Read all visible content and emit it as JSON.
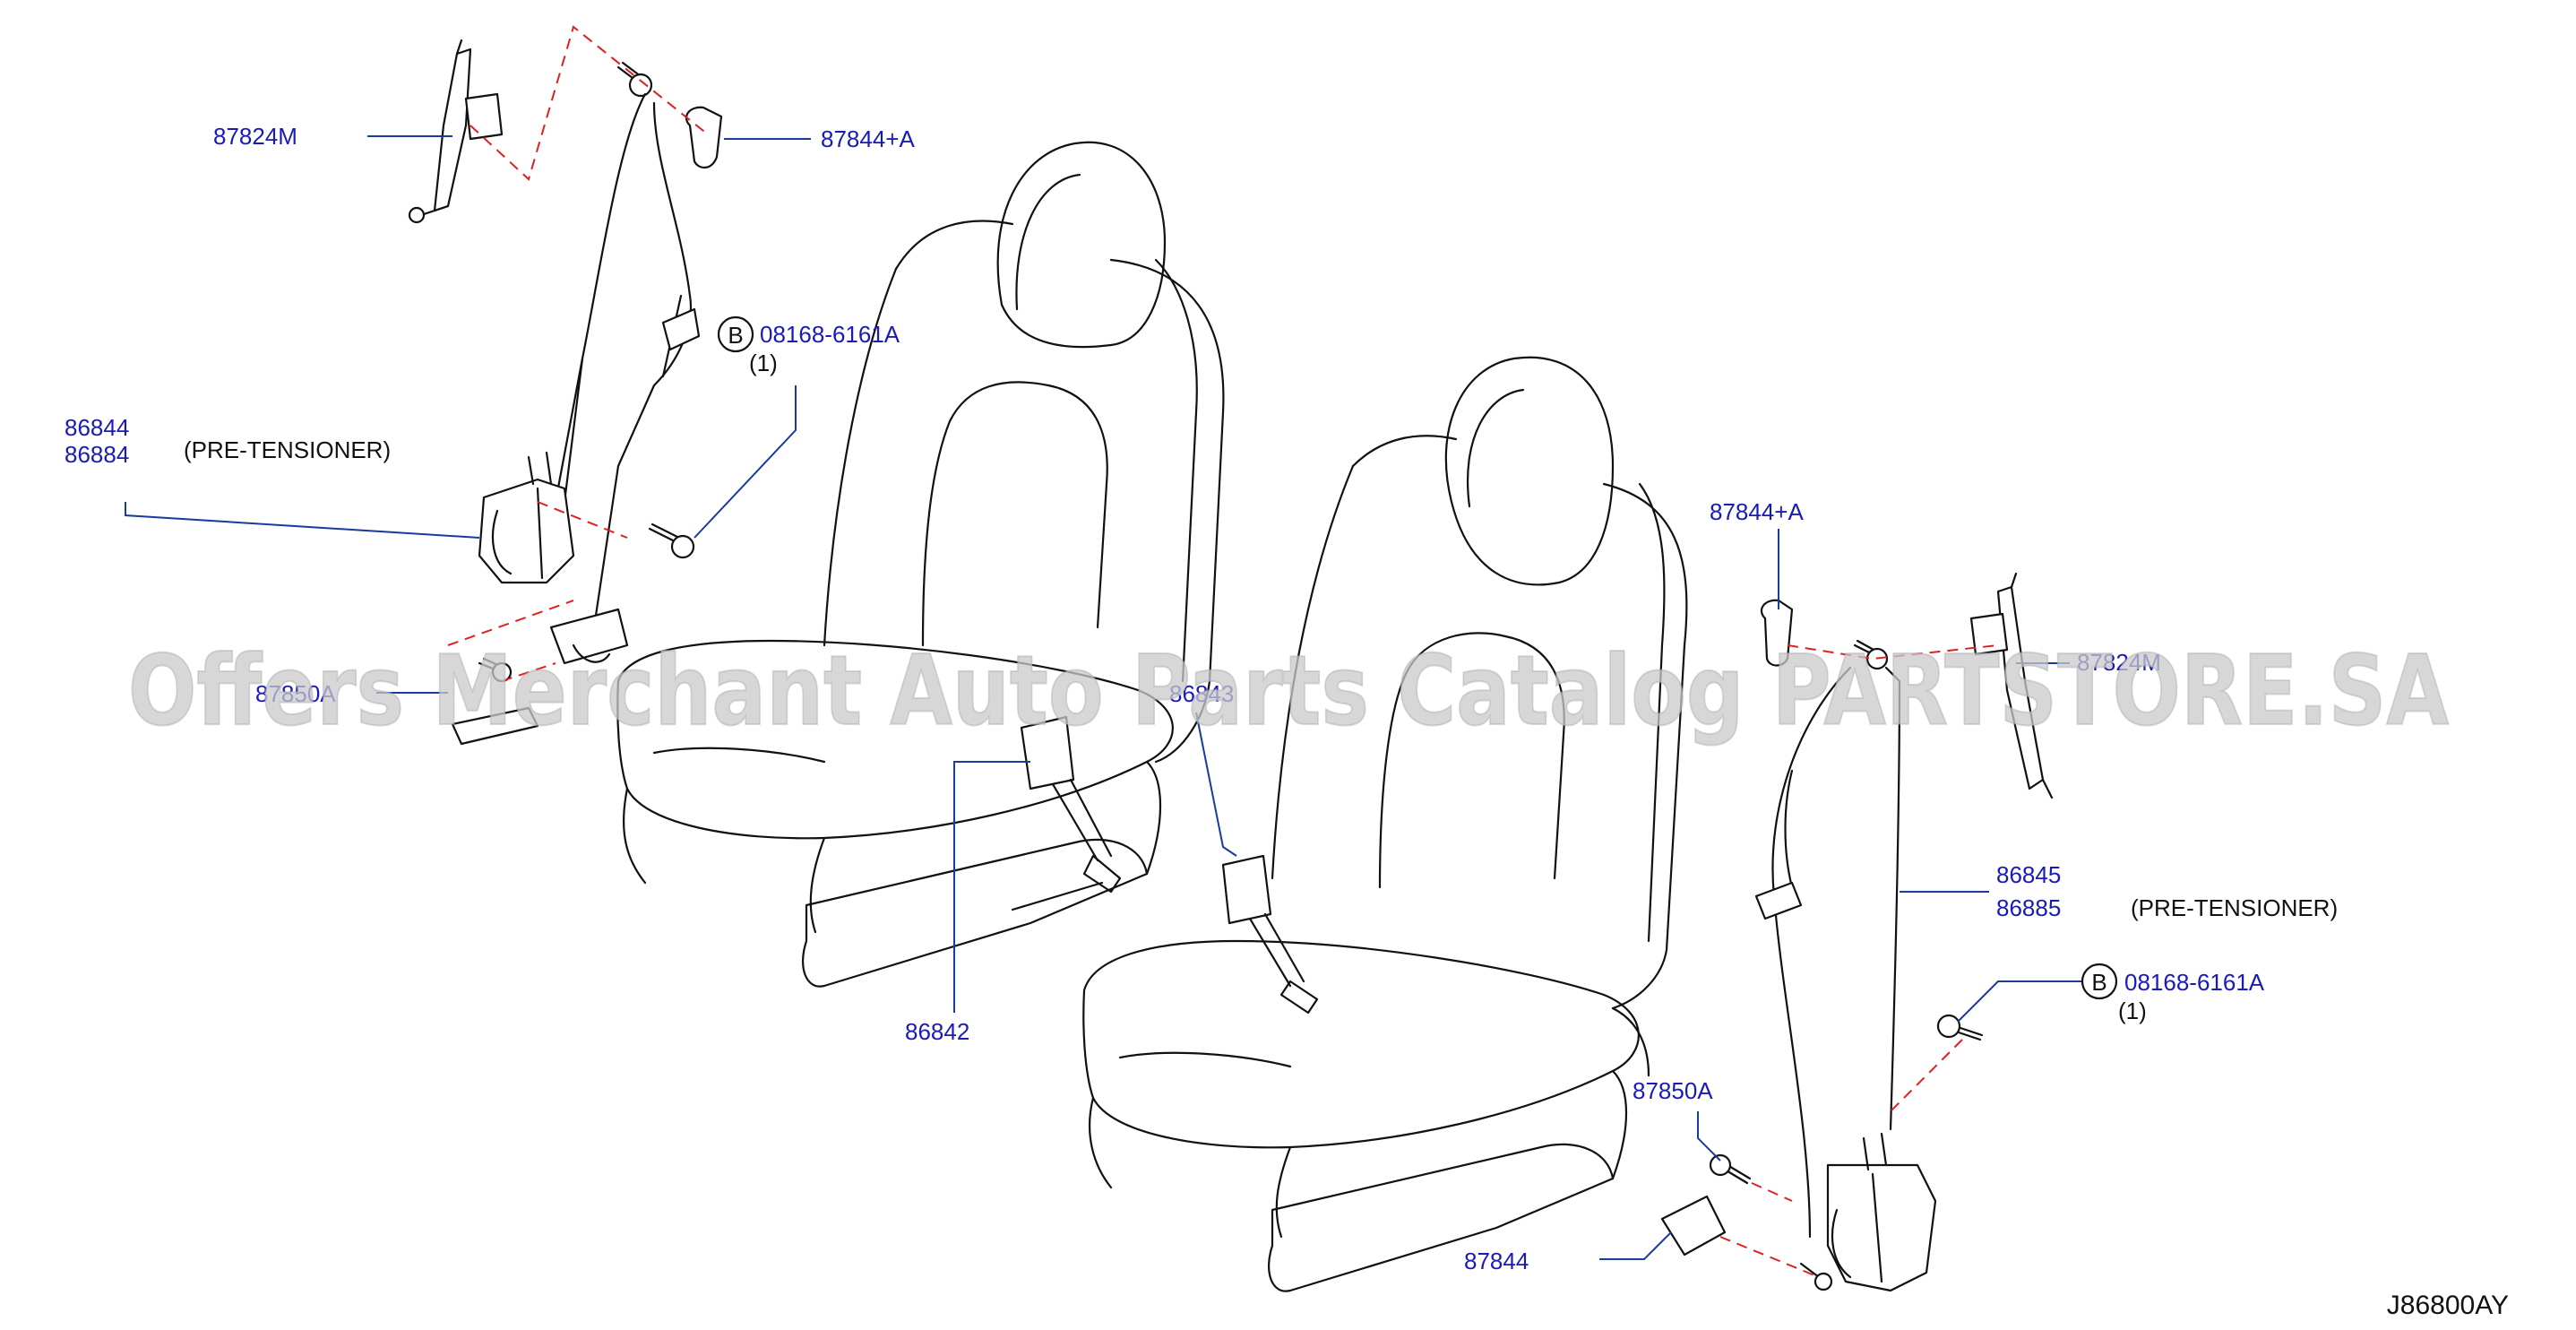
{
  "labels": {
    "l_87824m_left": "87824M",
    "l_87844a_left": "87844+A",
    "l_08168_left": "08168-6161A",
    "l_qty_left": "(1)",
    "l_86844": "86844",
    "l_86884": "86884",
    "l_pretens_left": "(PRE-TENSIONER)",
    "l_87850a_left": "87850A",
    "l_86842": "86842",
    "l_86843": "86843",
    "l_87844a_right": "87844+A",
    "l_87824m_right": "87824M",
    "l_86845": "86845",
    "l_86885": "86885",
    "l_pretens_right": "(PRE-TENSIONER)",
    "l_08168_right": "08168-6161A",
    "l_qty_right": "(1)",
    "l_87850a_right": "87850A",
    "l_87844": "87844",
    "badge_left": "B",
    "badge_right": "B"
  },
  "watermark": "Offers Merchant Auto Parts Catalog PARTSTORE.SA",
  "diagram_code": "J86800AY",
  "colors": {
    "label": "#1a1ab8",
    "leader": "#1a3a9c",
    "dash": "#e02020",
    "line_art": "#111111",
    "watermark": "#c9c9c9"
  }
}
